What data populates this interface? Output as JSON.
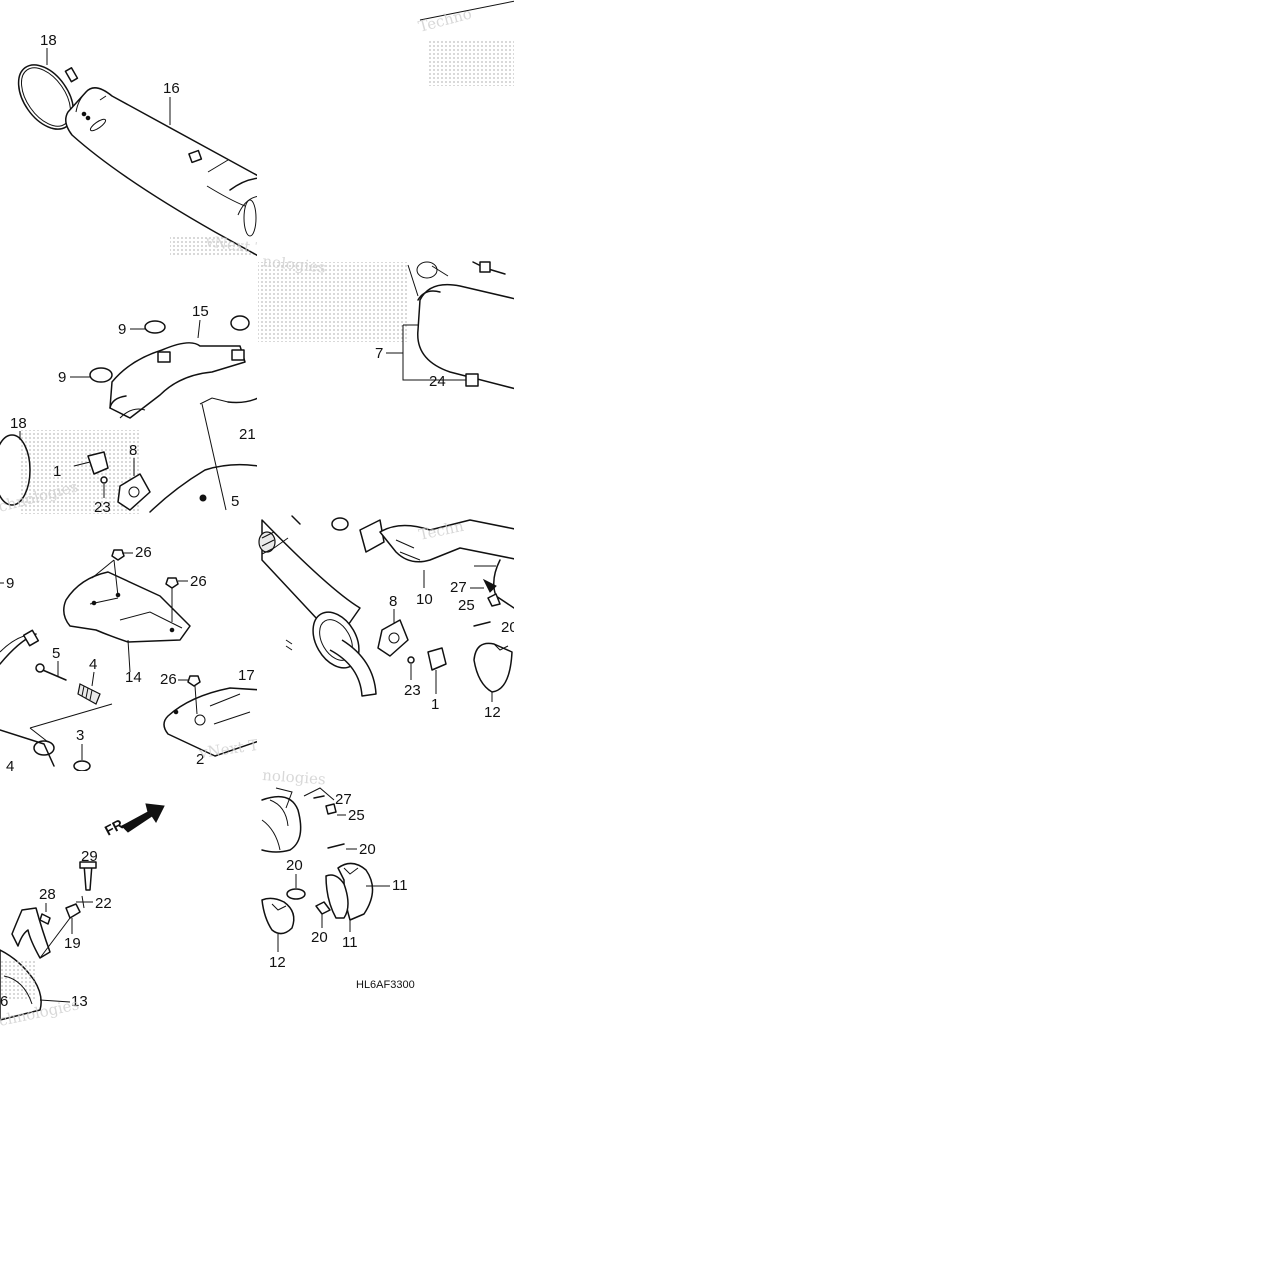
{
  "diagram": {
    "drawing_code": "HL6AF3300",
    "direction_label": "FR.",
    "watermark_text": "vNext Technologies",
    "callouts": [
      {
        "id": "c1",
        "label": "18"
      },
      {
        "id": "c2",
        "label": "16"
      },
      {
        "id": "c3",
        "label": "9"
      },
      {
        "id": "c4",
        "label": "15"
      },
      {
        "id": "c5",
        "label": "9"
      },
      {
        "id": "c6",
        "label": "21"
      },
      {
        "id": "c7",
        "label": "18"
      },
      {
        "id": "c8",
        "label": "8"
      },
      {
        "id": "c9",
        "label": "1"
      },
      {
        "id": "c10",
        "label": "23"
      },
      {
        "id": "c11",
        "label": "5"
      },
      {
        "id": "c12",
        "label": "7"
      },
      {
        "id": "c13",
        "label": "24"
      },
      {
        "id": "c14",
        "label": "26"
      },
      {
        "id": "c15",
        "label": "26"
      },
      {
        "id": "c16",
        "label": "9"
      },
      {
        "id": "c17",
        "label": "5"
      },
      {
        "id": "c18",
        "label": "4"
      },
      {
        "id": "c19",
        "label": "14"
      },
      {
        "id": "c20",
        "label": "26"
      },
      {
        "id": "c21",
        "label": "17"
      },
      {
        "id": "c22",
        "label": "3"
      },
      {
        "id": "c23",
        "label": "4"
      },
      {
        "id": "c24",
        "label": "2"
      },
      {
        "id": "c25",
        "label": "8"
      },
      {
        "id": "c26",
        "label": "10"
      },
      {
        "id": "c27",
        "label": "27"
      },
      {
        "id": "c28",
        "label": "25"
      },
      {
        "id": "c29",
        "label": "20"
      },
      {
        "id": "c30",
        "label": "23"
      },
      {
        "id": "c31",
        "label": "1"
      },
      {
        "id": "c32",
        "label": "12"
      },
      {
        "id": "c33",
        "label": "29"
      },
      {
        "id": "c34",
        "label": "28"
      },
      {
        "id": "c35",
        "label": "22"
      },
      {
        "id": "c36",
        "label": "19"
      },
      {
        "id": "c37",
        "label": "6"
      },
      {
        "id": "c38",
        "label": "13"
      },
      {
        "id": "c39",
        "label": "27"
      },
      {
        "id": "c40",
        "label": "25"
      },
      {
        "id": "c41",
        "label": "20"
      },
      {
        "id": "c42",
        "label": "20"
      },
      {
        "id": "c43",
        "label": "11"
      },
      {
        "id": "c44",
        "label": "20"
      },
      {
        "id": "c45",
        "label": "11"
      },
      {
        "id": "c46",
        "label": "12"
      }
    ]
  }
}
